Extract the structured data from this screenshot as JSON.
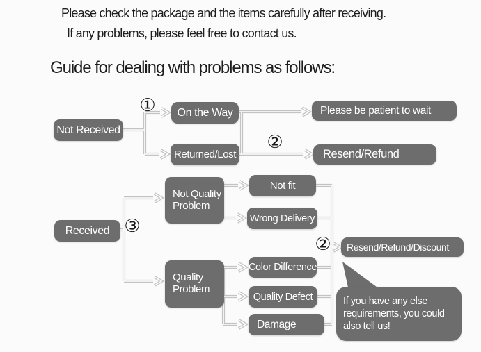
{
  "header": {
    "line1": "Please check the package and the items carefully after receiving.",
    "line2": "If any problems, please feel free to contact us.",
    "heading": "Guide for dealing with problems as follows:"
  },
  "flowchart": {
    "nodes": {
      "not_received": "Not Received",
      "on_the_way": "On the Way",
      "returned_lost": "Returned/Lost",
      "patient": "Please be patient to wait",
      "resend_refund": "Resend/Refund",
      "received": "Received",
      "not_quality_problem": "Not Quality Problem",
      "quality_problem": "Quality Problem",
      "not_fit": "Not fit",
      "wrong_delivery": "Wrong Delivery",
      "color_difference": "Color Difference",
      "quality_defect": "Quality Defect",
      "damage": "Damage",
      "resend_refund_discount": "Resend/Refund/Discount"
    },
    "markers": {
      "m1": "①",
      "m2a": "②",
      "m3": "③",
      "m2b": "②"
    },
    "bubble": "If you have any else requirements, you could also tell us!"
  },
  "colors": {
    "node_bg": "#6d6d6d",
    "node_text": "#ffffff",
    "connector": "#c3c3c3",
    "text": "#1d1d1d",
    "background": "#fbfbfb"
  }
}
